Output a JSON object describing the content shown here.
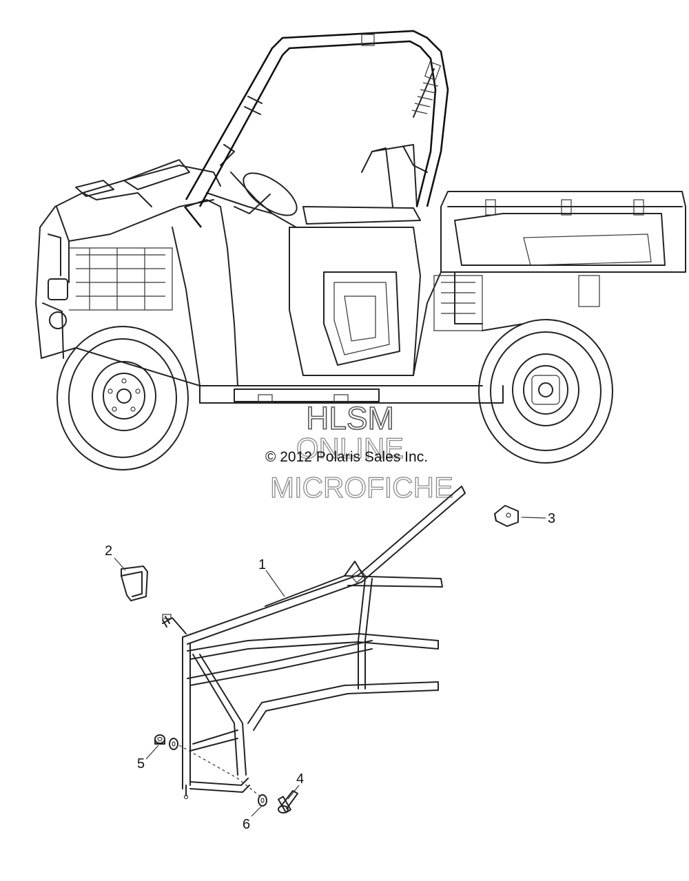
{
  "watermark": {
    "line1": "HLSM",
    "line2": "ONLINE",
    "line3": "MICROFICHE"
  },
  "copyright": "© 2012 Polaris Sales Inc.",
  "callouts": [
    {
      "id": "1",
      "label": "1"
    },
    {
      "id": "2",
      "label": "2"
    },
    {
      "id": "3",
      "label": "3"
    },
    {
      "id": "4",
      "label": "4"
    },
    {
      "id": "5",
      "label": "5"
    },
    {
      "id": "6",
      "label": "6"
    }
  ],
  "colors": {
    "line": "#222222",
    "background": "#ffffff",
    "watermark_outline": "#555555"
  }
}
